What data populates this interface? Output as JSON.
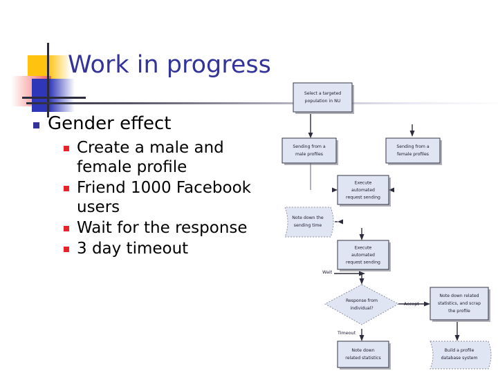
{
  "slide": {
    "title": "Work in progress",
    "title_color": "#333399"
  },
  "logo": {
    "name": "decorative-logo-mark",
    "colors": {
      "yellow": "#FFC20E",
      "red": "#F05A5A",
      "blue": "#2F36B8",
      "rule": "#2b2b3b"
    }
  },
  "bullets": {
    "level1": {
      "text": "Gender effect",
      "bullet_color": "#333399"
    },
    "level2_bullet_color": "#E8232A",
    "level2": [
      "Create a male and female profile",
      "Friend 1000 Facebook users",
      "Wait for the response",
      "3 day timeout"
    ]
  },
  "flowchart": {
    "box_fill": "#dfe5f2",
    "box_stroke": "#333344",
    "nodes": [
      {
        "id": "select-population",
        "shape": "process",
        "text_lines": [
          "Select a targeted",
          "population in NU"
        ]
      },
      {
        "id": "sending-male",
        "shape": "process",
        "text_lines": [
          "Sending from a",
          "male profiles"
        ]
      },
      {
        "id": "sending-female",
        "shape": "process",
        "text_lines": [
          "Sending from a",
          "female profiles"
        ]
      },
      {
        "id": "execute-top",
        "shape": "process",
        "text_lines": [
          "Execute",
          "automated",
          "request sending"
        ]
      },
      {
        "id": "execute-bottom",
        "shape": "process",
        "text_lines": [
          "Execute",
          "automated",
          "request sending"
        ]
      },
      {
        "id": "note-sending-time",
        "shape": "document",
        "text_lines": [
          "Note down the",
          "sending time"
        ]
      },
      {
        "id": "response-decision",
        "shape": "decision",
        "text_lines": [
          "Response from",
          "individual?"
        ]
      },
      {
        "id": "note-scrap-profile",
        "shape": "process",
        "text_lines": [
          "Note down related",
          "statistics, and scrap",
          "the profile"
        ]
      },
      {
        "id": "note-related-stats",
        "shape": "process",
        "text_lines": [
          "Note down",
          "related statistics"
        ]
      },
      {
        "id": "build-database",
        "shape": "document",
        "text_lines": [
          "Build a profile",
          "database system"
        ]
      }
    ],
    "edge_labels": [
      {
        "id": "wait-label",
        "text": "Wait"
      },
      {
        "id": "accept-label",
        "text": "Accept"
      },
      {
        "id": "timeout-label",
        "text": "Timeout"
      }
    ]
  }
}
